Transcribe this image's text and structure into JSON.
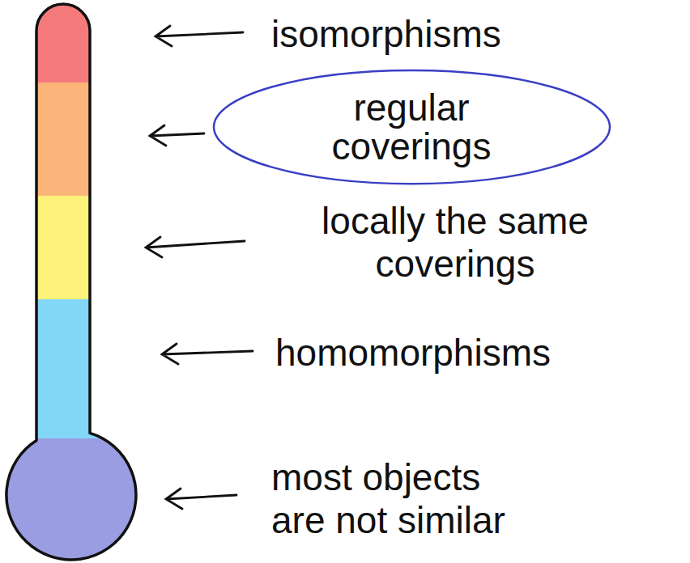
{
  "diagram": {
    "nodes": [
      {
        "text": [
          "regular coverings"
        ]
      }
    ],
    "labels": [
      "isomorphisms",
      "locally the same coverings",
      "homomorphisms",
      "most objects are not similar"
    ]
  }
}
